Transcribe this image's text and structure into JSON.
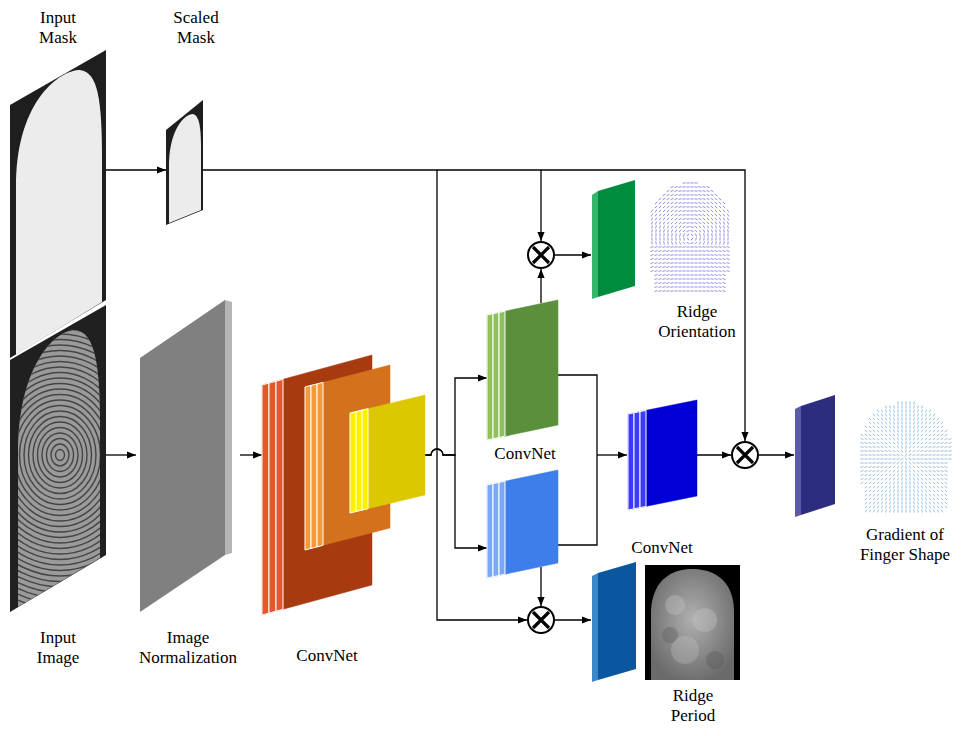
{
  "diagram": {
    "nodes": [
      {
        "text": [
          "Input Mask"
        ]
      },
      {
        "text": [
          "Scaled Mask"
        ]
      },
      {
        "text": [
          "Input Image"
        ]
      },
      {
        "text": [
          "Image Normalization"
        ]
      },
      {
        "text": [
          "ConvNet"
        ]
      },
      {
        "text": [
          "ConvNet"
        ]
      },
      {
        "text": [
          "Ridge Orientation"
        ]
      },
      {
        "text": [
          "ConvNet"
        ]
      },
      {
        "text": [
          "Gradient of Finger Shape"
        ]
      },
      {
        "text": [
          "Ridge Period"
        ]
      }
    ],
    "edges": [
      {
        "from": 0,
        "to": 1,
        "arrow": "to"
      },
      {
        "from": 2,
        "to": 3,
        "arrow": "to"
      },
      {
        "from": 3,
        "to": 4,
        "arrow": "to"
      },
      {
        "from": 4,
        "to": 5,
        "arrow": "to"
      },
      {
        "from": 4,
        "to": 7,
        "arrow": "to"
      }
    ]
  }
}
